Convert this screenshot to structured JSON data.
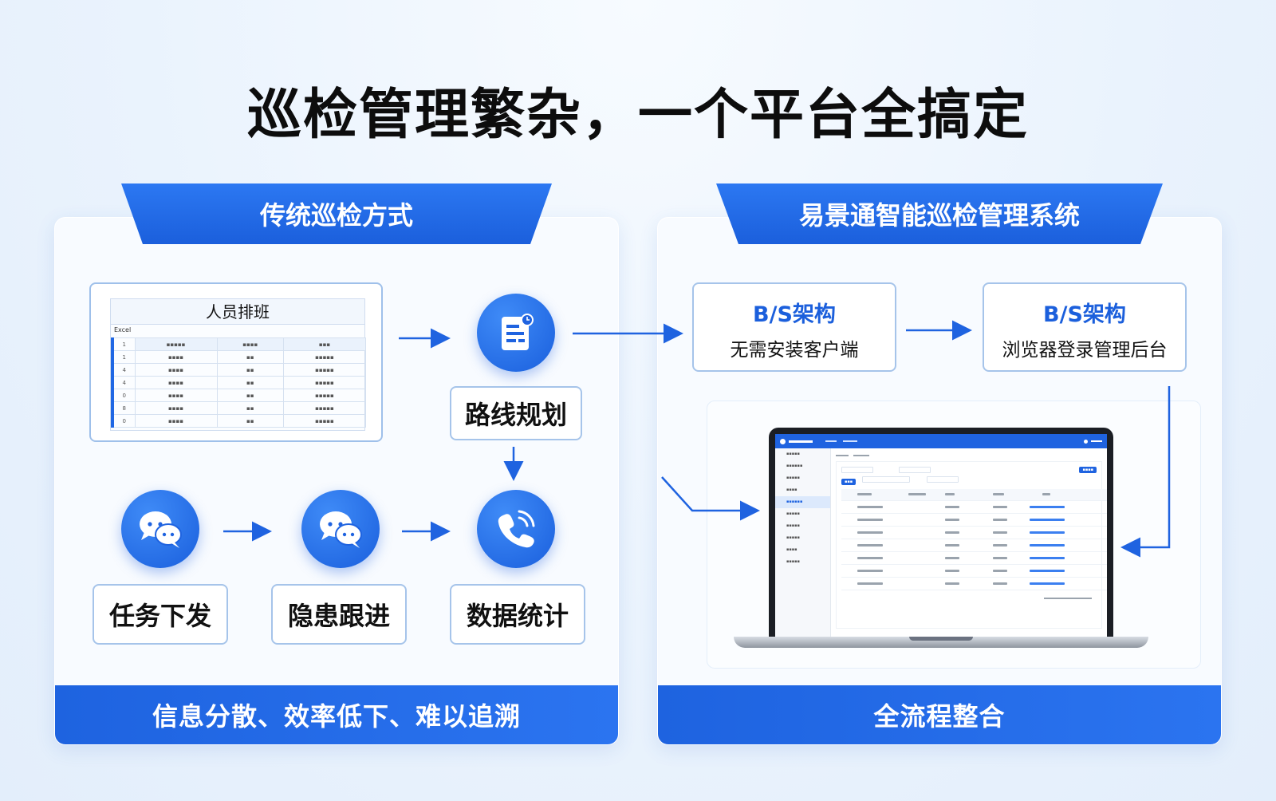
{
  "title": "巡检管理繁杂，一个平台全搞定",
  "left_panel": {
    "header": "传统巡检方式",
    "schedule": {
      "title": "人员排班",
      "tag": "Excel",
      "rows": [
        "1",
        "1",
        "4",
        "4",
        "0",
        "8",
        "0"
      ]
    },
    "route_label": "路线规划",
    "task_label": "任务下发",
    "hazard_label": "隐患跟进",
    "stats_label": "数据统计",
    "footer": "信息分散、效率低下、难以追溯"
  },
  "right_panel": {
    "header": "易景通智能巡检管理系统",
    "box1": {
      "title": "B/S架构",
      "desc": "无需安装客户端"
    },
    "box2": {
      "title": "B/S架构",
      "desc": "浏览器登录管理后台"
    },
    "footer": "全流程整合"
  },
  "icons": {
    "route": "clipboard-icon",
    "task": "chat-bubbles-icon",
    "hazard": "chat-bubbles-icon",
    "stats": "phone-icon",
    "arrow": "arrow-right-icon"
  },
  "colors": {
    "accent": "#1f63e0",
    "border": "#a6c4ea",
    "background": "#eaf3fd"
  }
}
